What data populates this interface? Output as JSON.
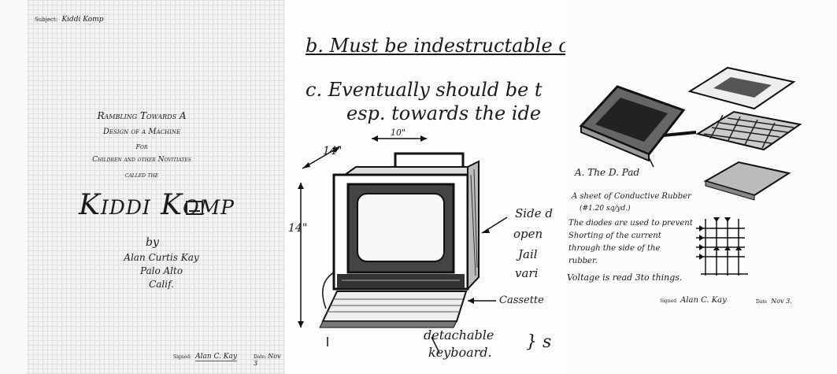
{
  "title_page": {
    "subject_label": "Subject:",
    "subject_value": "Kiddi Komp",
    "title_lines": [
      "Rambling Towards A",
      "Design of a Machine",
      "For",
      "Children and other Novitiates",
      "called the"
    ],
    "name": "Kiddi Komp",
    "by": "by",
    "author": [
      "Alan Curtis Kay",
      "Palo Alto",
      "Calif."
    ],
    "signed_label": "Signed:",
    "signed_value": "Alan C. Kay",
    "date_label": "Date:",
    "date_value": "Nov 3"
  },
  "machine_sketch": {
    "requirements": [
      "b. Must be indestructable or",
      "c. Eventually should be t",
      "esp. towards the ide"
    ],
    "dims": {
      "width": "14\"",
      "top": "10\"",
      "height": "14\""
    },
    "side_note": [
      "Side d",
      "open",
      "Jail",
      "vari"
    ],
    "cassette_label": "Cassette",
    "keyboard_label": [
      "detachable",
      "keyboard."
    ],
    "keyboard_mark": "} s"
  },
  "keyboard_pad": {
    "heading": "A. The D. Pad",
    "notes": [
      "A sheet of Conductive Rubber",
      "(#1.20 sq/yd.)",
      "The diodes are used to prevent",
      "Shorting of the current",
      "through the side of the",
      "rubber.",
      "Voltage is read 3to things."
    ],
    "signed_label": "Signed",
    "signed_value": "Alan C. Kay",
    "date_label": "Date",
    "date_value": "Nov 3."
  }
}
